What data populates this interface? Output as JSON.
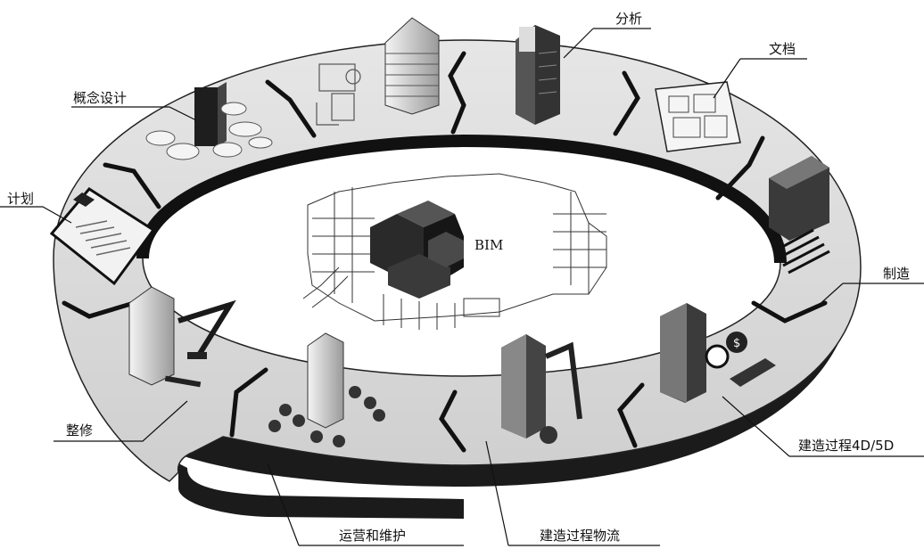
{
  "diagram": {
    "center_label": "BIM",
    "stages": [
      {
        "key": "plan",
        "label": "计划"
      },
      {
        "key": "concept",
        "label": "概念设计"
      },
      {
        "key": "analysis",
        "label": "分析"
      },
      {
        "key": "docs",
        "label": "文档"
      },
      {
        "key": "fabrication",
        "label": "制造"
      },
      {
        "key": "construction4d5d",
        "label": "建造过程4D/5D"
      },
      {
        "key": "logistics",
        "label": "建造过程物流"
      },
      {
        "key": "operation",
        "label": "运营和维护"
      },
      {
        "key": "renovation",
        "label": "整修"
      }
    ]
  }
}
